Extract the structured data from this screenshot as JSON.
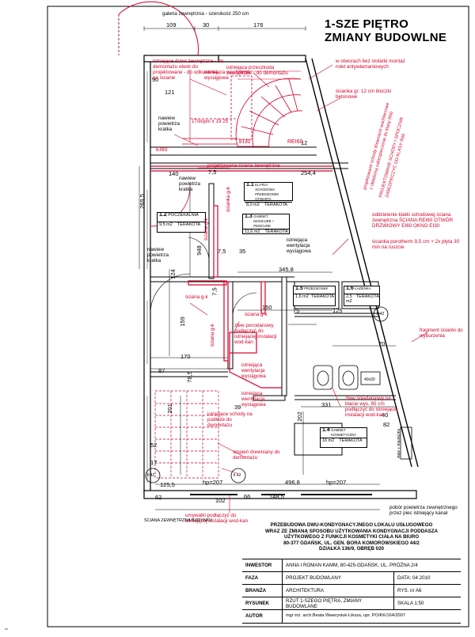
{
  "title": {
    "line1": "1-SZE PIĘTRO",
    "line2": "ZMIANY BUDOWLNE"
  },
  "top_note": "galeria zewnętrzna - szerokość 250 cm",
  "dims_top": [
    "109",
    "30",
    "176"
  ],
  "dims": {
    "d90": "90",
    "d121": "121",
    "d140": "140",
    "d2695": "269,5",
    "d948": "948",
    "d75a": "7,5",
    "d75b": "7,5",
    "d75c": "7,5",
    "d35": "35",
    "d2544": "254,4",
    "d3458": "345,8",
    "d150": "150",
    "d75d": "75",
    "d125": "125",
    "d159": "159",
    "d170": "170",
    "d87": "87",
    "d785": "78,5",
    "d39": "39",
    "d201": "201",
    "d331": "331",
    "d70": "70",
    "d40": "40",
    "d82": "82",
    "d202": "202",
    "d4968": "496,8",
    "d1255": "125,5",
    "d102": "102",
    "d66": "66",
    "d1485": "148,5",
    "d12": "12",
    "d124": "124",
    "d17": "17",
    "d52": "52",
    "d62": "62",
    "hp1": "hp=207",
    "hp2": "hp=207",
    "ei60": "EI60",
    "ei30": "EI30",
    "rei60": "REI60"
  },
  "rooms": [
    {
      "num": "1.1",
      "name": "KLATKA SCHODOWA PRZEDSIONEK OTWARTA",
      "area": "8,0 m2",
      "floor": "TERAKOTA"
    },
    {
      "num": "1.2",
      "name": "POCZEKALNIA",
      "area": "9,5 m2",
      "floor": "TERAKOTA"
    },
    {
      "num": "1.3",
      "name": "GABINET MANICURE + PEDICURE",
      "area": "11,6 m2",
      "floor": "TERAKOTA"
    },
    {
      "num": "1.5",
      "name": "PRZEDSIONEK",
      "area": "1,6 m2",
      "floor": "TERAKOTA"
    },
    {
      "num": "1.6",
      "name": "ŁAZIENKA",
      "area": "2,5 m2",
      "floor": "TERAKOTA"
    },
    {
      "num": "1.4",
      "name": "GABINET KOSMETYCZNY",
      "area": "16 m2",
      "floor": "TERAKOTA"
    }
  ],
  "red_notes": [
    "istniejące drzwi zewnętrzne - do demontażu otwór do projektowane - do odkuwania na ścianie",
    "istniejąca przeszkoda zewnętrzne - do demontażu",
    "17stopni x 19 25",
    "projektowana ściana zewnętrzna",
    "ścianka g-k",
    "ściana g-k",
    "ściana g-k",
    "ściana g-k",
    "ściana g-k",
    "zlew porcelanowy podłączyć do istniejącej instalacji wod-kan",
    "zlew śniadaniowy na blacie wys. 85 cm podłączyć do istniejącej instalacji wod-kan",
    "stopień drewniany do demontażu",
    "umywalki podłączyć do istniejącej instalacji wod-kan",
    "fragment ścianki do wyburzenia",
    "oddzielenie klatki schodowej ściana zewnętrzna ŚCIANA REI60 OTWÓR DRZWIOWY EI60 OKNO EI30",
    "ścianka porotherm 9,5 cm + 2x płyta 30 min na ruszcie",
    "w otworach bez stolarki montaż rolet antywłamaniowych",
    "ścianka gr. 12 cm bloczki betonowe",
    "projektowane schody drewniane wachlarzowe z okładziną zabezpieczenie do klasy R60",
    "istniejące schody na podłoże do demontażu",
    "istniejąca wentylacja wyciągowa",
    "istniejąca wentylacja wyciągowa",
    "istniejąca wentylacja wyciągowa",
    "PROJEKTOWANE SCHODY I SPOCZNIK ZABEZPIECZYĆ DO KLASY R60"
  ],
  "black_notes": [
    "nawiew powietrza kratka",
    "nawiew powietrza kratka",
    "nawiew powietrza kratka",
    "istniejąca wentylacja wyciągowa",
    "ŚCIANA ZEWNĘTRZNA BUDYNKU",
    "pobór powietrza zewnętrznego przez piec istniejący kanał",
    "fi 42",
    "fi 42",
    "fi 42",
    "40x30",
    "kuchenka + zlew"
  ],
  "titleblock": {
    "project": [
      "PRZEBUDOWA DWU-KONDYGNACYJNEGO LOKALU USŁUGOWEGO",
      "WRAZ ZE ZMIANĄ SPOSOBU UŻYTKOWANIA KONDYGNACJI PODDASZA",
      "UŻYTKOWEGO Z FUNKCJI KOSMETYKI CIAŁA NA BIURO",
      "80-377 GDAŃSK, UL. GEN. BORA KOMOROWSKIEGO 44/2",
      "DZIAŁKA 136/9, OBRĘB 020"
    ],
    "rows": [
      {
        "k": "INWESTOR",
        "v": "ANNA I ROMAN KAMM, 80-425-GDAŃSK, UL. PRÓŻNA 2/4",
        "v2": ""
      },
      {
        "k": "FAZA",
        "v": "PROJEKT BUDOWLANY",
        "v2": "DATA: 04 2010"
      },
      {
        "k": "BRANŻA",
        "v": "ARCHITEKTURA",
        "v2": "RYS. nr A6"
      },
      {
        "k": "RYSUNEK",
        "v": "RZUT 1-SZEGO PIĘTRA, ZMIANY BUDOWLANE",
        "v2": "SKALA 1:50"
      },
      {
        "k": "AUTOR",
        "v": "mgr inż. arch.Beata Wawryniuk-Liksza, upr. PO/KK/164/2007",
        "v2": ""
      }
    ]
  },
  "colors": {
    "red": "#d4002a",
    "line": "#000000",
    "background": "#ffffff"
  }
}
